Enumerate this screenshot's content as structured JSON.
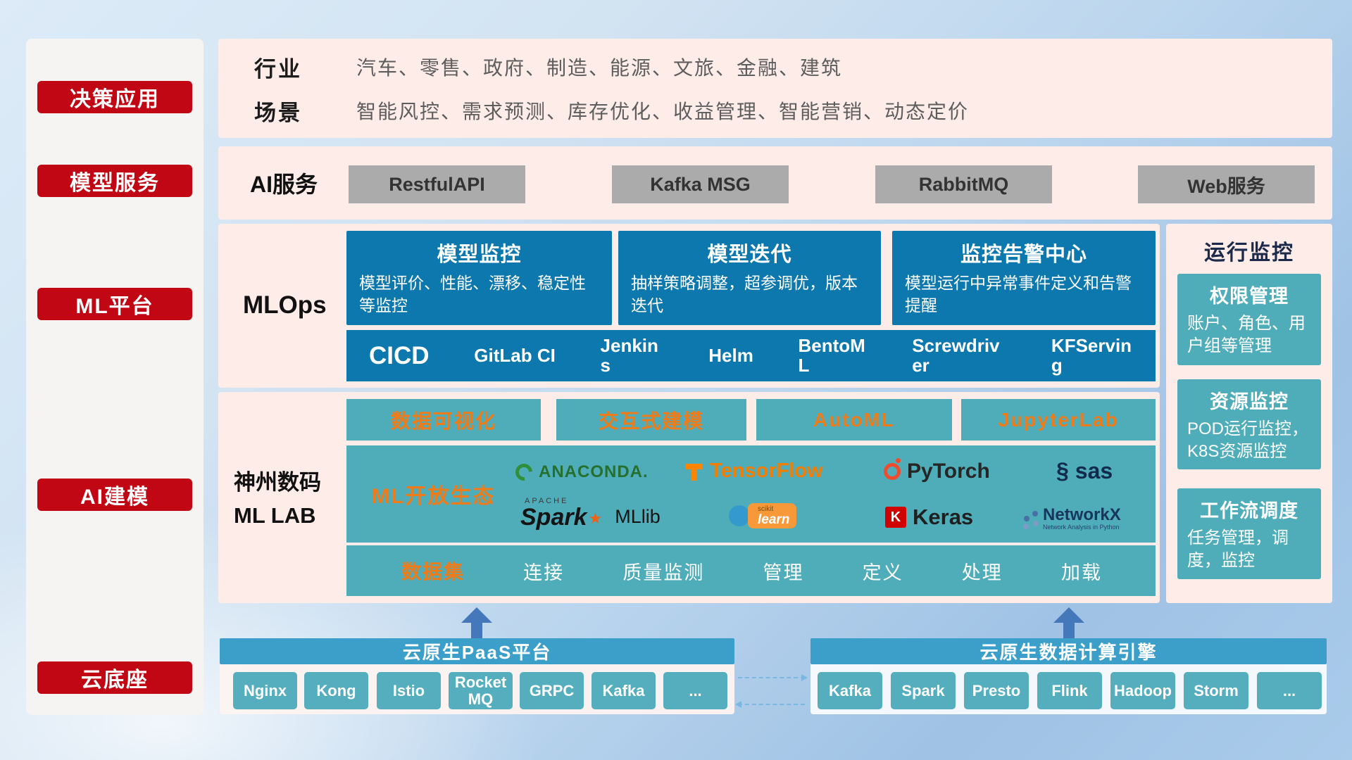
{
  "colors": {
    "red": "#c00713",
    "blue": "#0d78ad",
    "teal": "#4fadba",
    "orange": "#f07c19",
    "pink_panel": "#fdece8",
    "bottom_bar_blue": "#3c9fc9"
  },
  "sidebar": {
    "items": [
      "决策应用",
      "模型服务",
      "ML平台",
      "AI建模",
      "云底座"
    ]
  },
  "industry": {
    "rows": [
      {
        "label": "行业",
        "content": "汽车、零售、政府、制造、能源、文旅、金融、建筑"
      },
      {
        "label": "场景",
        "content": "智能风控、需求预测、库存优化、收益管理、智能营销、动态定价"
      }
    ]
  },
  "ai_services": {
    "label": "AI服务",
    "items": [
      "RestfulAPI",
      "Kafka MSG",
      "RabbitMQ",
      "Web服务"
    ]
  },
  "mlops": {
    "label": "MLOps",
    "cards": [
      {
        "title": "模型监控",
        "desc": "模型评价、性能、漂移、稳定性等监控"
      },
      {
        "title": "模型迭代",
        "desc": "抽样策略调整，超参调优，版本迭代"
      },
      {
        "title": "监控告警中心",
        "desc": "模型运行中异常事件定义和告警提醒"
      }
    ],
    "cicd": {
      "label": "CICD",
      "tools": [
        "GitLab CI",
        "Jenkins",
        "Helm",
        "BentoML",
        "Screwdriver",
        "KFServing"
      ]
    }
  },
  "monitoring": {
    "title": "运行监控",
    "cards": [
      {
        "title": "权限管理",
        "desc": "账户、角色、用户组等管理"
      },
      {
        "title": "资源监控",
        "desc": "POD运行监控，K8S资源监控"
      },
      {
        "title": "工作流调度",
        "desc": "任务管理，调度，监控"
      }
    ]
  },
  "mllab": {
    "title_line1": "神州数码",
    "title_line2": "ML LAB",
    "tools": [
      "数据可视化",
      "交互式建模",
      "AutoML",
      "JupyterLab"
    ],
    "ecosystem_label": "ML开放生态",
    "logos": {
      "anaconda": "ANACONDA.",
      "tensorflow": "TensorFlow",
      "pytorch": "PyTorch",
      "sas": "sas",
      "apache": "APACHE",
      "spark": "Spark",
      "mllib": "MLlib",
      "scikit": "scikit",
      "learn": "learn",
      "keras_k": "K",
      "keras": "Keras",
      "networkx": "NetworkX",
      "networkx_sub": "Network Analysis in Python"
    },
    "dataset": {
      "label": "数据集",
      "items": [
        "连接",
        "质量监测",
        "管理",
        "定义",
        "处理",
        "加载"
      ]
    }
  },
  "foundation": {
    "paas": {
      "title": "云原生PaaS平台",
      "items": [
        "Nginx",
        "Kong",
        "Istio",
        "RocketMQ",
        "GRPC",
        "Kafka",
        "..."
      ]
    },
    "engine": {
      "title": "云原生数据计算引擎",
      "items": [
        "Kafka",
        "Spark",
        "Presto",
        "Flink",
        "Hadoop",
        "Storm",
        "..."
      ]
    }
  }
}
